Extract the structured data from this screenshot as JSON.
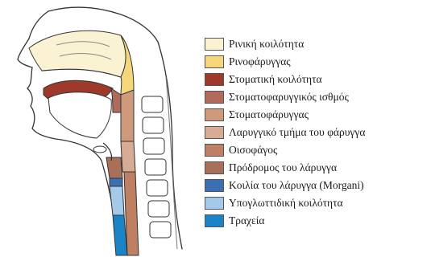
{
  "legend": [
    {
      "label": "Ρινική κοιλότητα",
      "color": "#fbf1d3"
    },
    {
      "label": "Ρινοφάρυγγας",
      "color": "#f5d67a"
    },
    {
      "label": "Στοματική κοιλότητα",
      "color": "#9e3a2c"
    },
    {
      "label": "Στοματοφαρυγγικός ισθμός",
      "color": "#b16a5c"
    },
    {
      "label": "Στοματοφάρυγγας",
      "color": "#cf9a7c"
    },
    {
      "label": "Λαρυγγικό τμήμα του φάρυγγα",
      "color": "#d8ab95"
    },
    {
      "label": "Οισοφάγος",
      "color": "#be7f63"
    },
    {
      "label": "Πρόδρομος του λάρυγγα",
      "color": "#a87058"
    },
    {
      "label": "Κοιλία του λάρυγγα (Morgani)",
      "color": "#3a6fb3"
    },
    {
      "label": "Υπογλωττιδική κοιλότητα",
      "color": "#a4c9ea"
    },
    {
      "label": "Τραχεία",
      "color": "#1b84c6"
    }
  ]
}
